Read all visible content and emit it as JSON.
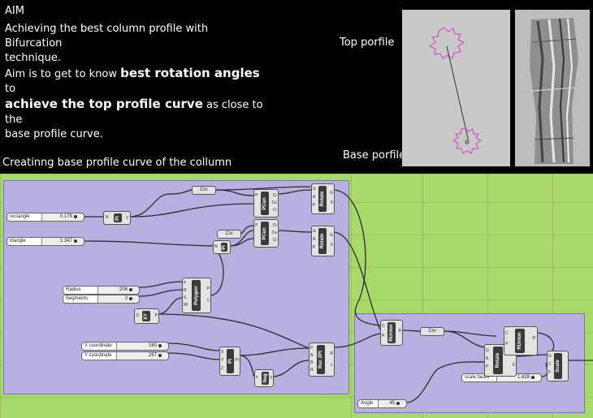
{
  "header": {
    "aim_title": "AIM",
    "aim_line1": "Achieving the best column profile with Bifurcation",
    "aim_line2": "technique.",
    "aim_line3_pre": "Aim is to get to know ",
    "aim_line3_bold": "best rotation angles",
    "aim_line3_post": " to",
    "aim_line4_bold": "achieve the top profile curve",
    "aim_line4_post": " as close to the",
    "aim_line5": "base profile curve."
  },
  "labels": {
    "top_profile": "Top  porfile",
    "base_profile": "Base porfile",
    "section_heading": "Creatinng  base profile curve of the collumn"
  },
  "sliders": {
    "rectangle": {
      "label": "rectangle",
      "value": "0.178"
    },
    "triangle": {
      "label": "triangle",
      "value": "1.347"
    },
    "radius": {
      "label": "Radius",
      "value": "206"
    },
    "segments": {
      "label": "Segments",
      "value": "3"
    },
    "x_coord": {
      "label": "X coordinate",
      "value": "160"
    },
    "y_coord": {
      "label": "Y coordinate",
      "value": "267"
    },
    "scale_factor": {
      "label": "scale factor",
      "value": "1.628"
    },
    "angle": {
      "label": "Angle",
      "value": "45"
    }
  },
  "components": {
    "pi1": "Pi",
    "pi2": "Pi",
    "pcen1": "PCen",
    "pcen2": "PCen",
    "rotate1": "Rotate",
    "rotate2": "Rotate",
    "rotate3": "Rotate",
    "polygon": "Polygon",
    "xy": "XY",
    "pt": "Pt",
    "neg": "Neg",
    "rec2pt": "Rec 2Pt",
    "runion1": "RUnion",
    "runion2": "RUnion",
    "scale": "Scale",
    "crv1": "Crv",
    "crv2": "Crv",
    "crv3": "Crv"
  }
}
